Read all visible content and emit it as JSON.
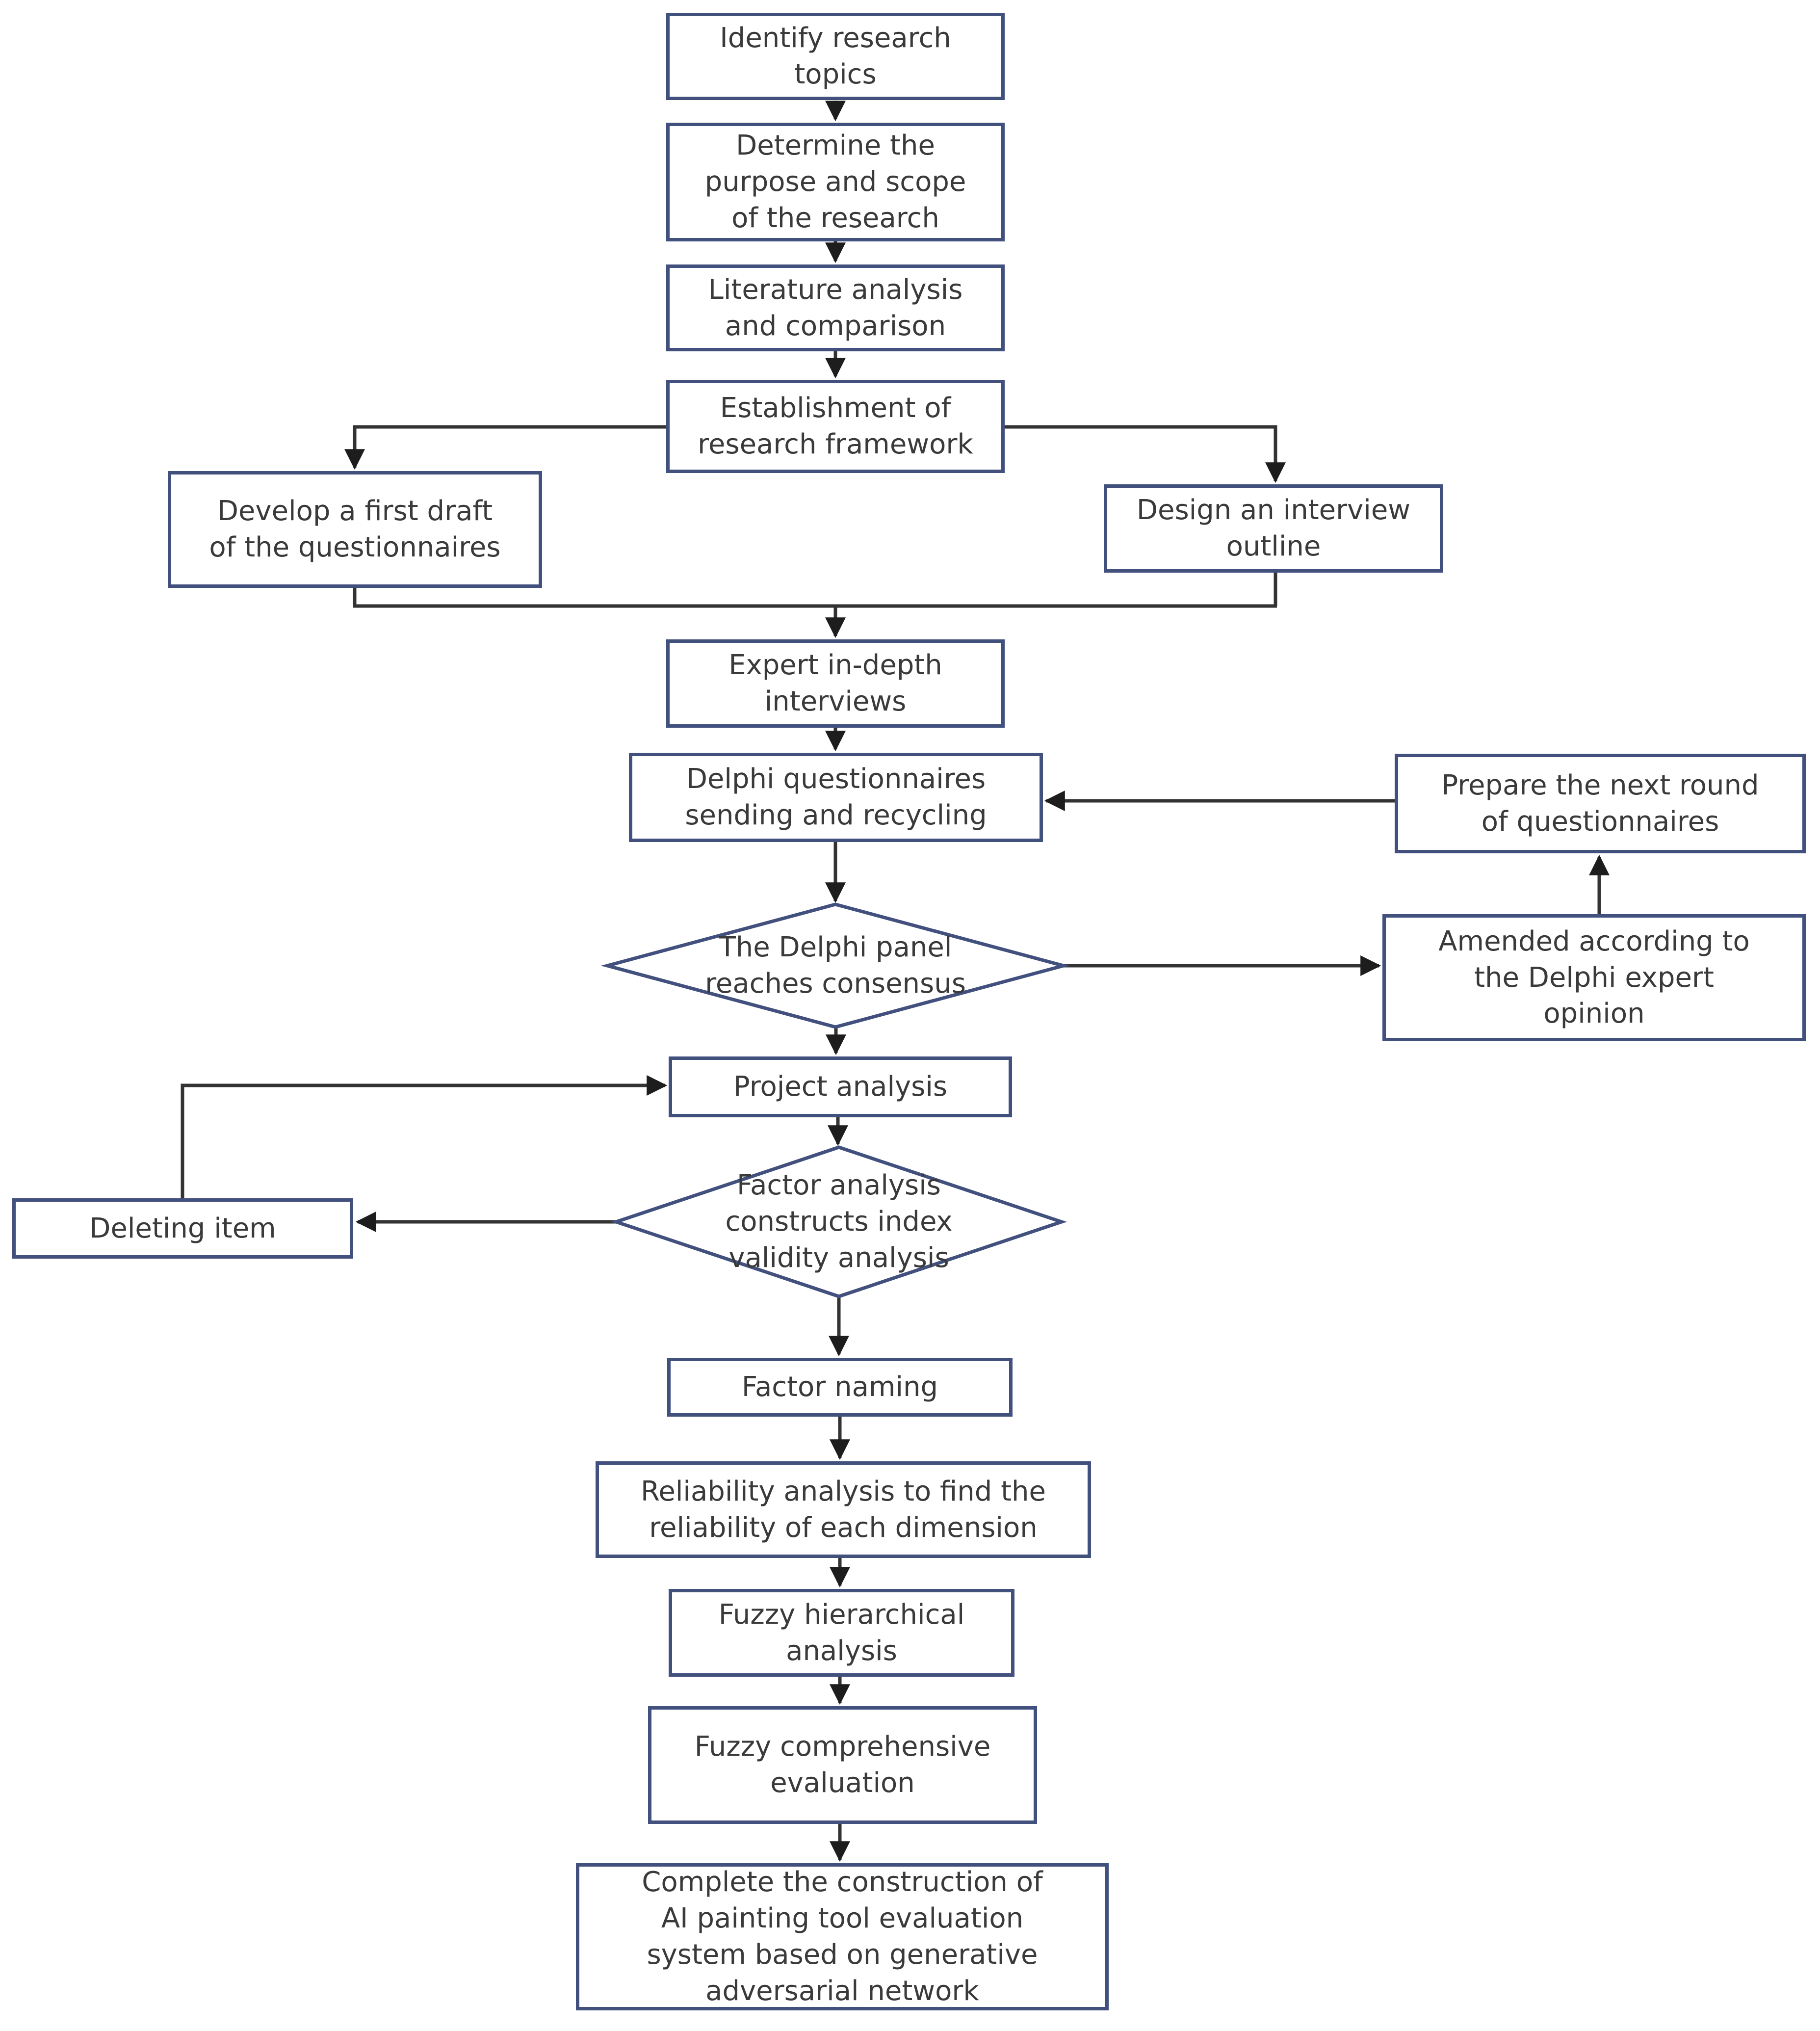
{
  "diagram": {
    "type": "flowchart",
    "colors": {
      "background": "#ffffff",
      "box_border": "#42507e",
      "box_fill": "#ffffff",
      "text": "#3a3a3a",
      "connector": "#333333",
      "arrow": "#1d1d1d"
    }
  },
  "nodes": {
    "identify": {
      "type": "process",
      "label": "Identify research\ntopics"
    },
    "determine": {
      "type": "process",
      "label": "Determine the\npurpose and scope\nof the research"
    },
    "literature": {
      "type": "process",
      "label": "Literature analysis\nand comparison"
    },
    "establishment": {
      "type": "process",
      "label": "Establishment of\nresearch framework"
    },
    "develop_draft": {
      "type": "process",
      "label": "Develop a first draft\nof the questionnaires"
    },
    "design_interview": {
      "type": "process",
      "label": "Design an interview\noutline"
    },
    "expert_interviews": {
      "type": "process",
      "label": "Expert in-depth\ninterviews"
    },
    "delphi_send": {
      "type": "process",
      "label": "Delphi questionnaires\nsending and recycling"
    },
    "prepare_next": {
      "type": "process",
      "label": "Prepare the next round\nof questionnaires"
    },
    "consensus": {
      "type": "decision",
      "label": "The Delphi panel\nreaches consensus"
    },
    "amended": {
      "type": "process",
      "label": "Amended according to\nthe Delphi expert\nopinion"
    },
    "project_analysis": {
      "type": "process",
      "label": "Project analysis"
    },
    "factor_validity": {
      "type": "decision",
      "label": "Factor analysis\nconstructs index\nvalidity analysis"
    },
    "deleting_item": {
      "type": "process",
      "label": "Deleting item"
    },
    "factor_naming": {
      "type": "process",
      "label": "Factor naming"
    },
    "reliability": {
      "type": "process",
      "label": "Reliability analysis to find the\nreliability of each dimension"
    },
    "fuzzy_hierarchical": {
      "type": "process",
      "label": "Fuzzy hierarchical\nanalysis"
    },
    "fuzzy_comprehensive": {
      "type": "process",
      "label": "Fuzzy comprehensive\nevaluation"
    },
    "complete": {
      "type": "process",
      "label": "Complete the construction of\nAI painting tool evaluation\nsystem based on generative\nadversarial network"
    }
  },
  "edges": [
    {
      "from": "identify",
      "to": "determine"
    },
    {
      "from": "determine",
      "to": "literature"
    },
    {
      "from": "literature",
      "to": "establishment"
    },
    {
      "from": "establishment",
      "to": "develop_draft"
    },
    {
      "from": "establishment",
      "to": "design_interview"
    },
    {
      "from": "develop_draft",
      "to": "expert_interviews"
    },
    {
      "from": "design_interview",
      "to": "expert_interviews"
    },
    {
      "from": "expert_interviews",
      "to": "delphi_send"
    },
    {
      "from": "delphi_send",
      "to": "consensus"
    },
    {
      "from": "consensus",
      "to": "amended"
    },
    {
      "from": "amended",
      "to": "prepare_next"
    },
    {
      "from": "prepare_next",
      "to": "delphi_send"
    },
    {
      "from": "consensus",
      "to": "project_analysis"
    },
    {
      "from": "project_analysis",
      "to": "factor_validity"
    },
    {
      "from": "factor_validity",
      "to": "deleting_item"
    },
    {
      "from": "deleting_item",
      "to": "project_analysis"
    },
    {
      "from": "factor_validity",
      "to": "factor_naming"
    },
    {
      "from": "factor_naming",
      "to": "reliability"
    },
    {
      "from": "reliability",
      "to": "fuzzy_hierarchical"
    },
    {
      "from": "fuzzy_hierarchical",
      "to": "fuzzy_comprehensive"
    },
    {
      "from": "fuzzy_comprehensive",
      "to": "complete"
    }
  ]
}
